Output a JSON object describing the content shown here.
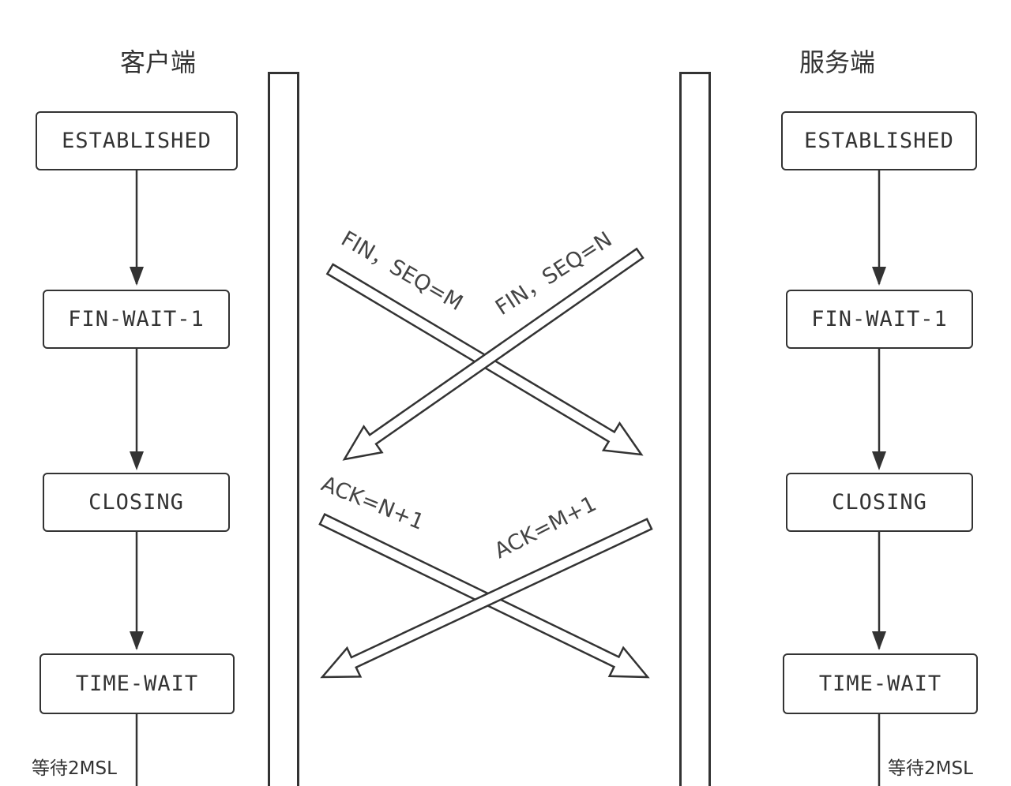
{
  "client": {
    "title": "客户端",
    "states": [
      "ESTABLISHED",
      "FIN-WAIT-1",
      "CLOSING",
      "TIME-WAIT"
    ],
    "note": "等待2MSL"
  },
  "server": {
    "title": "服务端",
    "states": [
      "ESTABLISHED",
      "FIN-WAIT-1",
      "CLOSING",
      "TIME-WAIT"
    ],
    "note": "等待2MSL"
  },
  "messages": {
    "client_fin": "FIN，SEQ=M",
    "server_fin": "FIN，SEQ=N",
    "client_ack": "ACK=N+1",
    "server_ack": "ACK=M+1"
  },
  "colors": {
    "line": "#333333",
    "text": "#444444"
  }
}
